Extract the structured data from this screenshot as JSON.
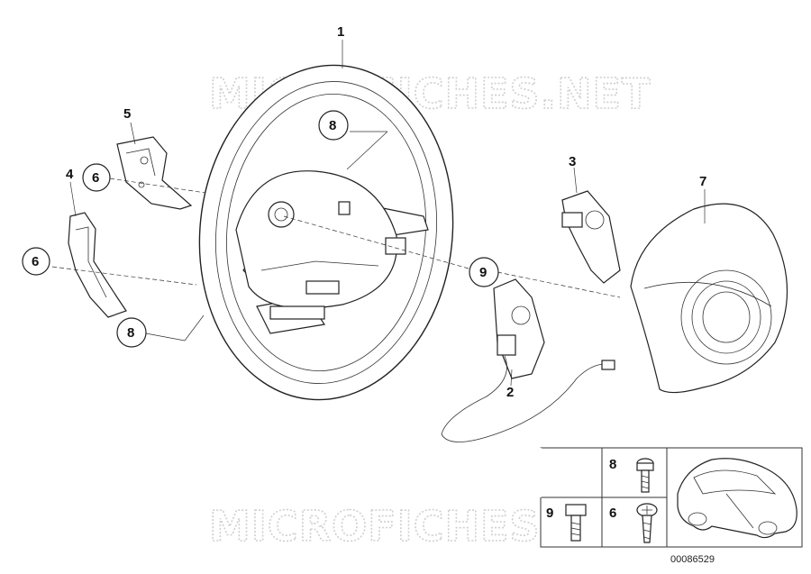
{
  "watermark": "MICROFICHES.NET",
  "reference_number": "00086529",
  "callouts": [
    {
      "id": "1",
      "circled": false
    },
    {
      "id": "2",
      "circled": false
    },
    {
      "id": "3",
      "circled": false
    },
    {
      "id": "4",
      "circled": false
    },
    {
      "id": "5",
      "circled": false
    },
    {
      "id": "6",
      "circled": true
    },
    {
      "id": "6",
      "circled": true
    },
    {
      "id": "7",
      "circled": false
    },
    {
      "id": "8",
      "circled": true
    },
    {
      "id": "8",
      "circled": true
    },
    {
      "id": "9",
      "circled": true
    }
  ],
  "inset": {
    "labels": [
      "8",
      "9",
      "6"
    ]
  }
}
